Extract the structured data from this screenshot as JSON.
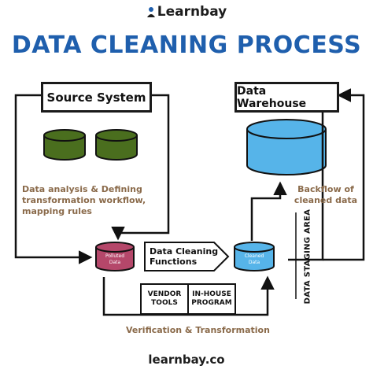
{
  "header": {
    "logo_text": "Learnbay",
    "title": "DATA CLEANING PROCESS"
  },
  "nodes": {
    "source_system": "Source System",
    "data_warehouse": "Data Warehouse",
    "polluted_data": "Polluted\nData",
    "cleaned_data": "Cleaned\nData",
    "functions": "Data Cleaning\nFunctions",
    "vendor_tools": "VENDOR\nTOOLS",
    "inhouse_program": "IN-HOUSE\nPROGRAM"
  },
  "labels": {
    "analysis": "Data analysis & Defining\ntransformation workflow,\nmapping rules",
    "backflow": "Backflow of\ncleaned data",
    "verification": "Verification & Transformation",
    "staging_area": "DATA STAGING AREA"
  },
  "footer": "learnbay.co",
  "colors": {
    "title_blue": "#1f5fad",
    "source_green": "#4a6e1e",
    "warehouse_blue": "#56b4e9",
    "polluted_red": "#b5476a",
    "cleaned_blue": "#56b4e9",
    "label_brown": "#8a6a4a"
  },
  "icons": [
    "logo-person-icon"
  ]
}
